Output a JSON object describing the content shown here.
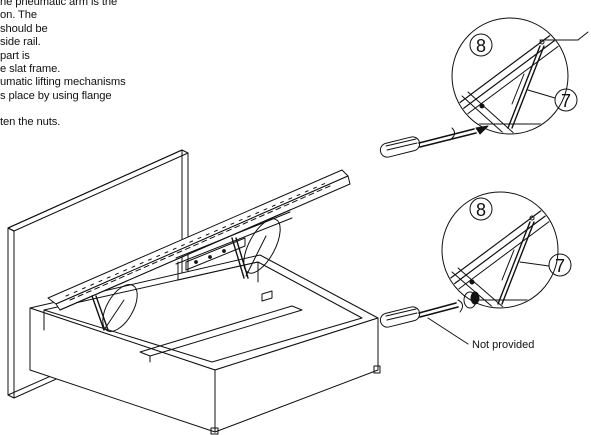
{
  "instructions": {
    "lines": [
      "he pneumatic arm is the",
      "on. The",
      "should be",
      "side rail.",
      "part  is",
      "e slat frame.",
      "umatic lifting mechanisms",
      "s place by using flange",
      "",
      "ten the nuts."
    ]
  },
  "callouts": {
    "upper_circle_number": "8",
    "upper_arm_number": "7",
    "lower_circle_number": "8",
    "lower_arm_number": "7",
    "not_provided_label": "Not  provided"
  }
}
